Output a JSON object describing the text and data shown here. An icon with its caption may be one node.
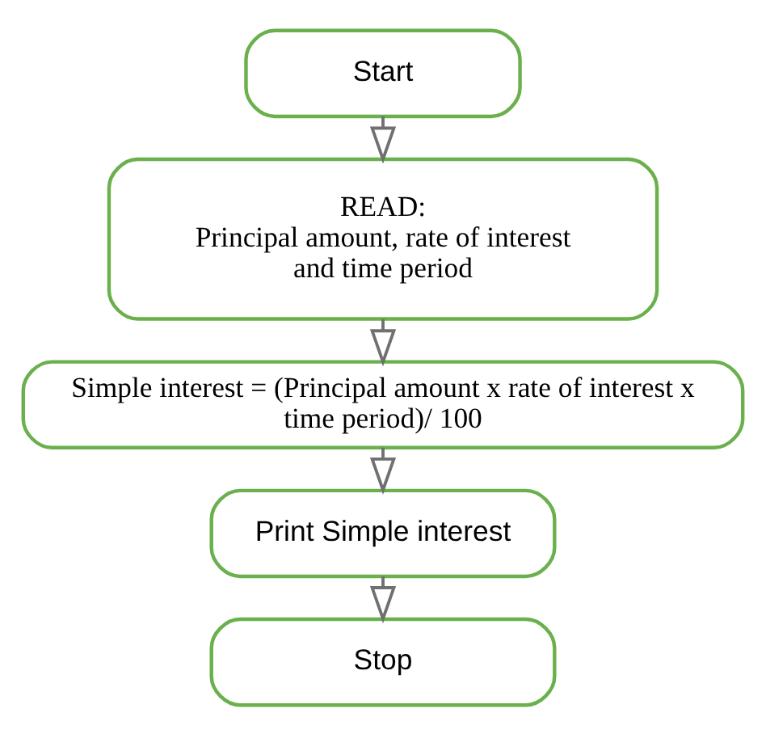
{
  "diagram": {
    "nodes": [
      {
        "text": [
          "Start"
        ]
      },
      {
        "text": [
          "READ:",
          "Principal amount, rate of interest and time period"
        ]
      },
      {
        "text": [
          "Simple interest = (Principal amount x rate of interest x time period)/ 100"
        ]
      },
      {
        "text": [
          "Print Simple interest"
        ]
      },
      {
        "text": [
          "Stop"
        ]
      }
    ],
    "edges": [
      {
        "from": 0,
        "to": 1,
        "arrow": "to"
      },
      {
        "from": 1,
        "to": 2,
        "arrow": "to"
      },
      {
        "from": 2,
        "to": 3,
        "arrow": "to"
      },
      {
        "from": 3,
        "to": 4,
        "arrow": "to"
      }
    ]
  }
}
